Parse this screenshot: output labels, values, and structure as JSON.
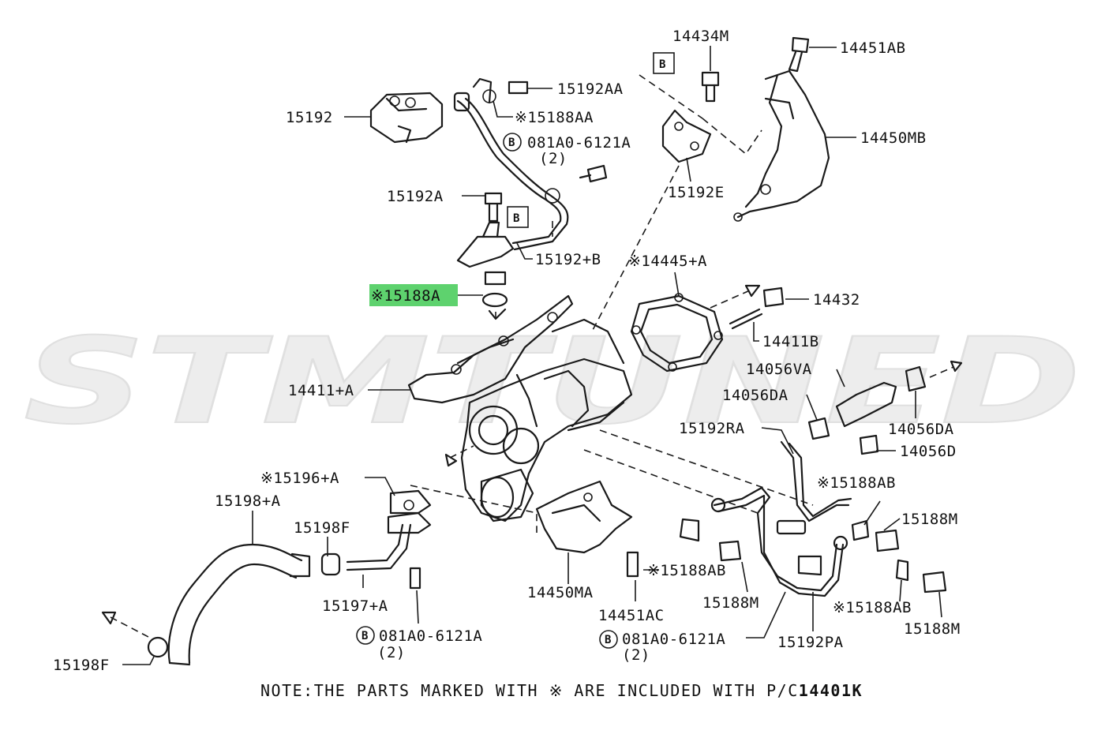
{
  "watermark": "STMTUNED",
  "colors": {
    "highlight": "#5ed26e",
    "line": "#1a1a1a",
    "watermark": "#ededed"
  },
  "labels": {
    "p14434M": "14434M",
    "p14451AB": "14451AB",
    "p15192AA": "15192AA",
    "p15192": "15192",
    "p15188AA": "※15188AA",
    "p081A0_top": "081A0-6121A",
    "p2_top": "(2)",
    "p14450MB": "14450MB",
    "p15192A": "15192A",
    "p15192E": "15192E",
    "p15192B": "15192+B",
    "p14445A": "※14445+A",
    "p15188A": "※15188A",
    "p14432": "14432",
    "p14411B": "14411B",
    "p14411A": "14411+A",
    "p14056VA": "14056VA",
    "p14056DA_l": "14056DA",
    "p15192RA": "15192RA",
    "p14056DA_r": "14056DA",
    "p14056D": "14056D",
    "p15196A": "※15196+A",
    "p15198A": "15198+A",
    "p15188AB_1": "※15188AB",
    "p15198F_1": "15198F",
    "p15188M_1": "15188M",
    "p15188AB_2": "※15188AB",
    "p14450MA": "14450MA",
    "p15197A": "15197+A",
    "p15188M_2": "15188M",
    "p14451AC": "14451AC",
    "p15188AB_3": "※15188AB",
    "p081A0_mid": "081A0-6121A",
    "p2_mid": "(2)",
    "p15188M_3": "15188M",
    "p081A0_bot": "081A0-6121A",
    "p2_bot": "(2)",
    "p15192PA": "15192PA",
    "p15198F_2": "15198F",
    "callout_B": "B",
    "bolt_B": "B"
  },
  "note": "NOTE:THE PARTS MARKED WITH ※ ARE INCLUDED WITH P/C",
  "note_code": "14401K",
  "highlighted_part": "※15188A"
}
